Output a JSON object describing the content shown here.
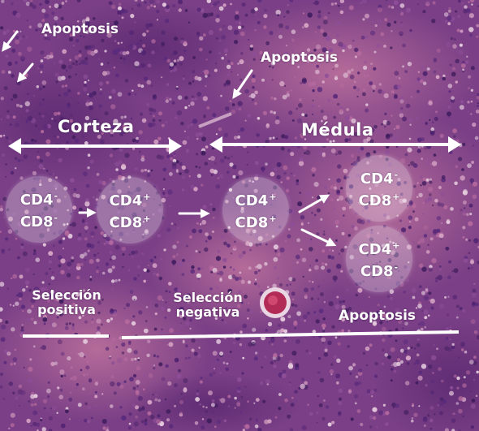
{
  "colors": {
    "tissue_base": "#7a3f86",
    "tissue_dark": "#4b1e66",
    "tissue_pink": "#c3729c",
    "annotation": "#ffffff"
  },
  "labels": {
    "apoptosis_top_left": "Apoptosis",
    "apoptosis_top_right": "Apoptosis",
    "corteza": "Corteza",
    "medula": "Médula",
    "seleccion_positiva_l1": "Selección",
    "seleccion_positiva_l2": "positiva",
    "seleccion_negativa_l1": "Selección",
    "seleccion_negativa_l2": "negativa",
    "apoptosis_bottom": "Apoptosis"
  },
  "cells": [
    {
      "id": "cell-1",
      "lines": [
        {
          "name": "CD4",
          "sign": "-"
        },
        {
          "name": "CD8",
          "sign": "-"
        }
      ]
    },
    {
      "id": "cell-2",
      "lines": [
        {
          "name": "CD4",
          "sign": "+"
        },
        {
          "name": "CD8",
          "sign": "+"
        }
      ]
    },
    {
      "id": "cell-3",
      "lines": [
        {
          "name": "CD4",
          "sign": "+"
        },
        {
          "name": "CD8",
          "sign": "+"
        }
      ]
    },
    {
      "id": "cell-4",
      "lines": [
        {
          "name": "CD4",
          "sign": "-"
        },
        {
          "name": "CD8",
          "sign": "+"
        }
      ]
    },
    {
      "id": "cell-5",
      "lines": [
        {
          "name": "CD4",
          "sign": "+"
        },
        {
          "name": "CD8",
          "sign": "-"
        }
      ]
    }
  ]
}
